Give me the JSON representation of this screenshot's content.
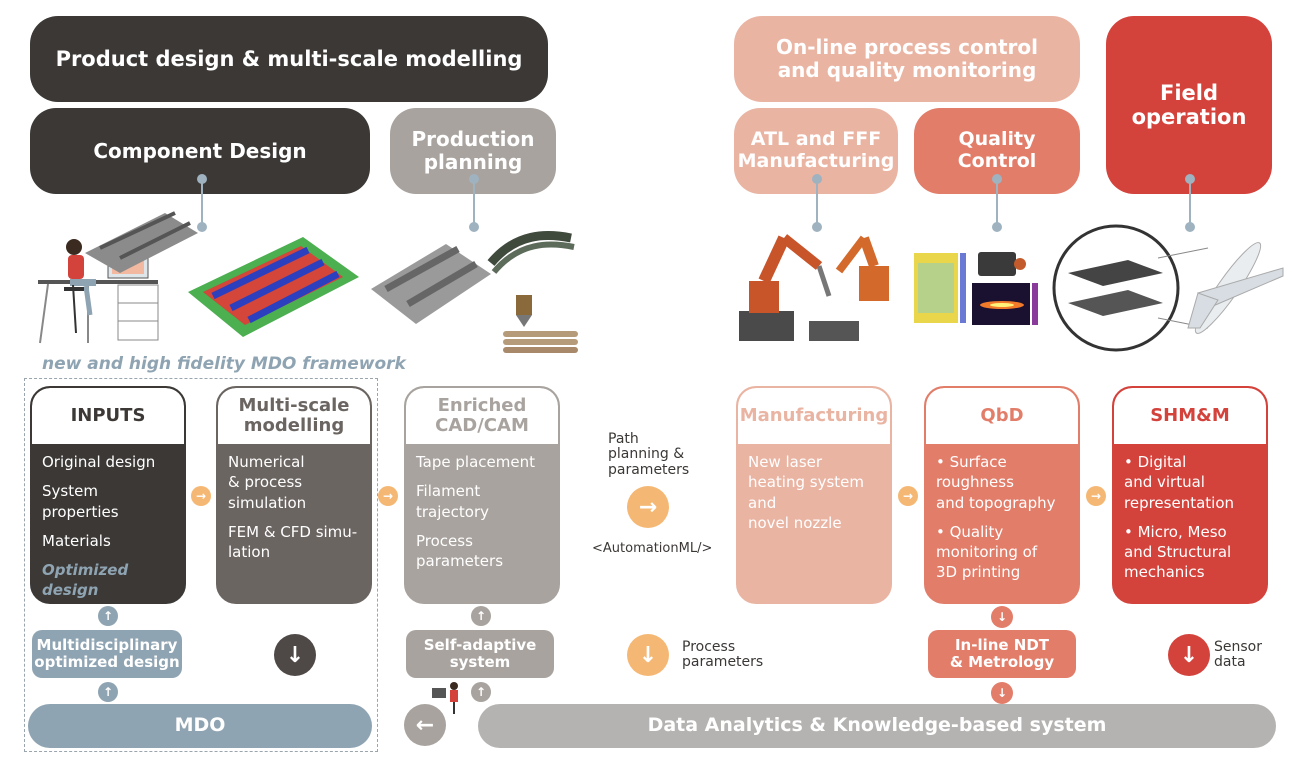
{
  "top": {
    "product_design": "Product design & multi-scale modelling",
    "component_design": "Component Design",
    "production_planning": "Production\nplanning",
    "online_control": "On-line process control\nand quality monitoring",
    "atl_fff": "ATL and FFF\nManufacturing",
    "quality_control": "Quality\nControl",
    "field_operation": "Field\noperation"
  },
  "mdo_framework_label": "new and high fidelity MDO framework",
  "cards": {
    "inputs": {
      "title": "INPUTS",
      "items": [
        "Original design",
        "System properties",
        "Materials",
        "Optimized design"
      ]
    },
    "multiscale": {
      "title": "Multi-scale\nmodelling",
      "items": [
        "Numerical\n& process\nsimulation",
        "FEM & CFD simu-\nlation"
      ]
    },
    "enriched": {
      "title": "Enriched\nCAD/CAM",
      "items": [
        "Tape placement",
        "Filament\ntrajectory",
        "Process\nparameters"
      ]
    },
    "manufacturing": {
      "title": "Manufacturing",
      "items": [
        "New laser\nheating system\nand\nnovel nozzle"
      ]
    },
    "qbd": {
      "title": "QbD",
      "items": [
        "• Surface\nroughness\nand topography",
        "• Quality\nmonitoring of\n3D printing"
      ]
    },
    "shm": {
      "title": "SHM&M",
      "items": [
        "• Digital\nand virtual\nrepresentation",
        "• Micro, Meso\nand Structural\nmechanics"
      ]
    }
  },
  "path_label": "Path\nplanning &\nparameters",
  "automation_label": "<AutomationML/>",
  "process_params_label": "Process\nparameters",
  "sensor_data_label": "Sensor\ndata",
  "bottom": {
    "multidisciplinary": "Multidisciplinary\noptimized design",
    "self_adaptive": "Self-adaptive\nsystem",
    "inline_ndt": "In-line NDT\n& Metrology",
    "mdo": "MDO",
    "data_analytics": "Data Analytics & Knowledge-based system"
  },
  "icons": {
    "arrow_right": "→",
    "arrow_down": "↓",
    "arrow_up": "↑",
    "arrow_left": "←"
  },
  "colors": {
    "dark": "#3b3836",
    "mid_dark": "#6b6562",
    "grey": "#a8a39e",
    "light_pink": "#eab4a3",
    "salmon": "#e27d6a",
    "red": "#d4423c",
    "blue_grey": "#8fa4b2",
    "orange_arrow": "#f5b874"
  }
}
